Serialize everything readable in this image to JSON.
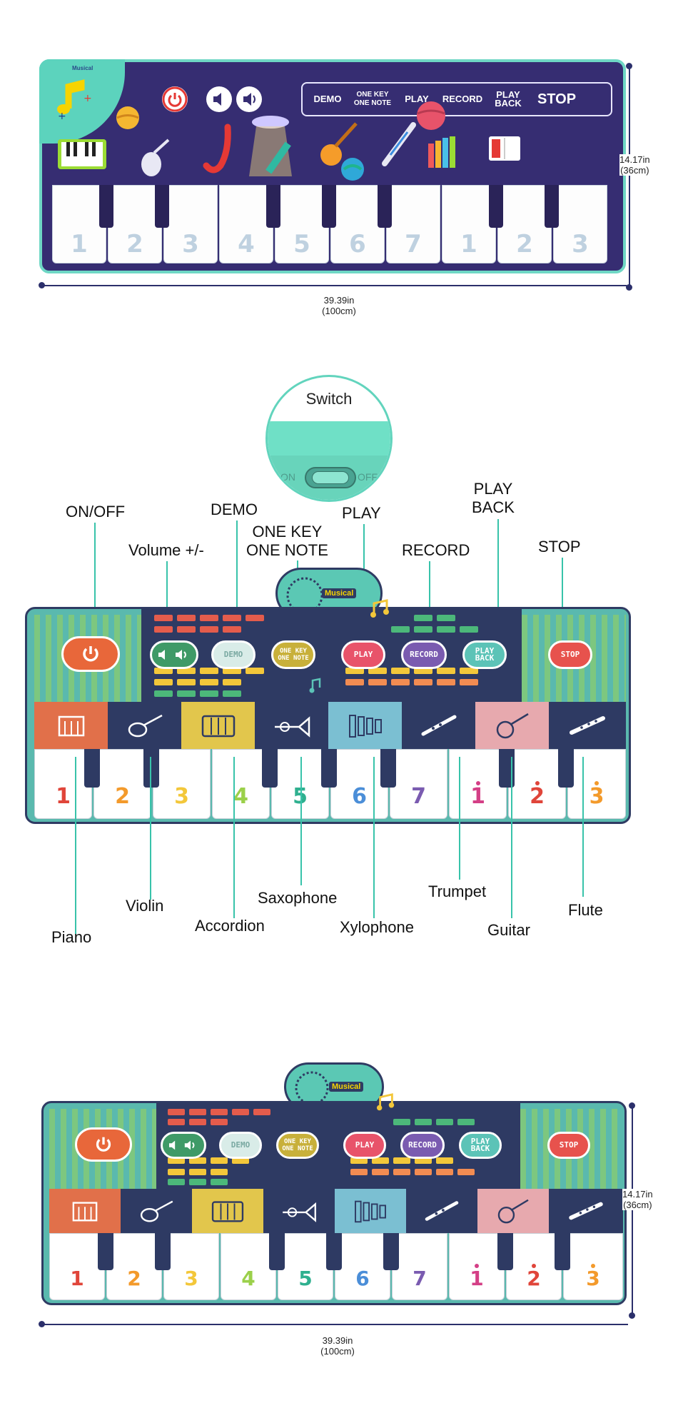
{
  "colors": {
    "navy": "#2e3a63",
    "teal": "#5ab9ae",
    "mint": "#6fd7c5",
    "purple_mat": "#362d72",
    "power_orange": "#e8673a",
    "stop_red": "#e7524d"
  },
  "mat_top": {
    "controls": [
      "DEMO",
      "ONE KEY\nONE NOTE",
      "PLAY",
      "RECORD",
      "PLAY\nBACK",
      "STOP"
    ],
    "key_numbers": [
      "1",
      "2",
      "3",
      "4",
      "5",
      "6",
      "7",
      "1",
      "2",
      "3"
    ],
    "brand_text": "Musical"
  },
  "dimensions": {
    "height_in": "14.17in",
    "height_cm": "(36cm)",
    "width_in": "39.39in",
    "width_cm": "(100cm)"
  },
  "diagram": {
    "switch_label": "Switch",
    "switch_on": "ON",
    "switch_off": "OFF",
    "callouts_top": {
      "on_off": "ON/OFF",
      "volume": "Volume +/-",
      "demo": "DEMO",
      "one_key": "ONE KEY\nONE NOTE",
      "play": "PLAY",
      "record": "RECORD",
      "play_back": "PLAY\nBACK",
      "stop": "STOP"
    },
    "callouts_bottom": {
      "piano": "Piano",
      "violin": "Violin",
      "accordion": "Accordion",
      "saxophone": "Saxophone",
      "xylophone": "Xylophone",
      "trumpet": "Trumpet",
      "guitar": "Guitar",
      "flute": "Flute"
    }
  },
  "mat_buttons": {
    "demo": "DEMO",
    "one_key": "ONE KEY\nONE NOTE",
    "play": "PLAY",
    "record": "RECORD",
    "play_back": "PLAY\nBACK",
    "stop": "STOP"
  },
  "key_numbers_color": [
    "1",
    "2",
    "3",
    "4",
    "5",
    "6",
    "7",
    "1",
    "2",
    "3"
  ],
  "speaker_brand": "Musical"
}
